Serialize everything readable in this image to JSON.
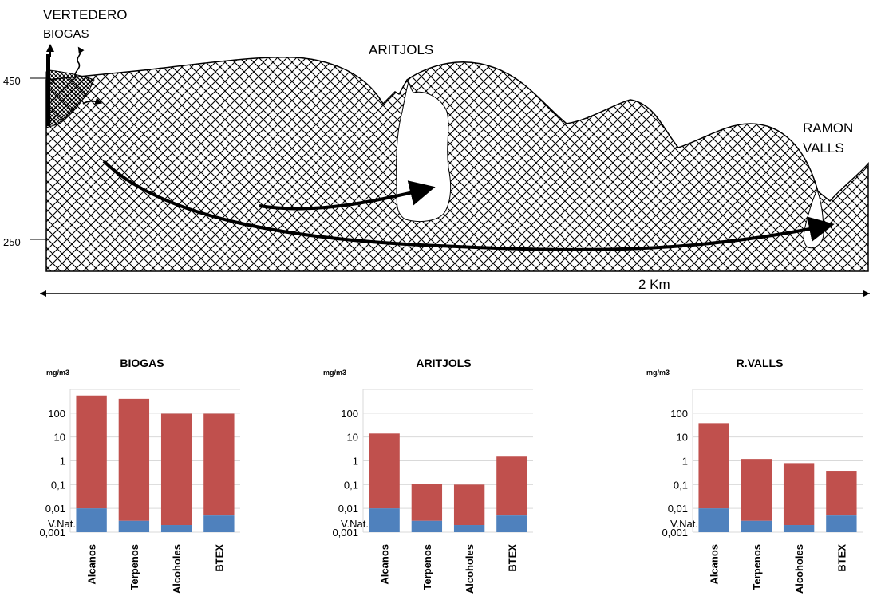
{
  "diagram": {
    "labels": {
      "vertedero": "VERTEDERO",
      "biogas": "BIOGAS",
      "aritjols": "ARITJOLS",
      "ramon": "RAMON",
      "valls": "VALLS",
      "distance": "2 Km"
    },
    "elevations": [
      "450",
      "250"
    ]
  },
  "colors": {
    "natural": "#4f81bd",
    "measured": "#c0504d",
    "grid": "#d9d9d9",
    "rock": "#000000"
  },
  "chart_data": [
    {
      "type": "bar",
      "title": "BIOGAS",
      "ylabel": "mg/m3",
      "scale": "log",
      "ylim": [
        0.001,
        1000
      ],
      "ticks": [
        "100",
        "10",
        "1",
        "0,1",
        "0,01",
        "0,001"
      ],
      "tick_values": [
        100,
        10,
        1,
        0.1,
        0.01,
        0.001
      ],
      "categories": [
        "Alcanos",
        "Terpenos",
        "Alcoholes",
        "BTEX"
      ],
      "series": [
        {
          "name": "V.Nat.",
          "values": [
            0.01,
            0.003,
            0.002,
            0.005
          ]
        },
        {
          "values": [
            550,
            400,
            95,
            95
          ]
        }
      ]
    },
    {
      "type": "bar",
      "title": "ARITJOLS",
      "ylabel": "mg/m3",
      "scale": "log",
      "ylim": [
        0.001,
        1000
      ],
      "ticks": [
        "100",
        "10",
        "1",
        "0,1",
        "0,01",
        "0,001"
      ],
      "tick_values": [
        100,
        10,
        1,
        0.1,
        0.01,
        0.001
      ],
      "categories": [
        "Alcanos",
        "Terpenos",
        "Alcoholes",
        "BTEX"
      ],
      "series": [
        {
          "name": "V.Nat.",
          "values": [
            0.01,
            0.003,
            0.002,
            0.005
          ]
        },
        {
          "values": [
            14,
            0.11,
            0.1,
            1.5
          ]
        }
      ]
    },
    {
      "type": "bar",
      "title": "R.VALLS",
      "ylabel": "mg/m3",
      "scale": "log",
      "ylim": [
        0.001,
        1000
      ],
      "ticks": [
        "100",
        "10",
        "1",
        "0,1",
        "0,01",
        "0,001"
      ],
      "tick_values": [
        100,
        10,
        1,
        0.1,
        0.01,
        0.001
      ],
      "categories": [
        "Alcanos",
        "Terpenos",
        "Alcoholes",
        "BTEX"
      ],
      "series": [
        {
          "name": "V.Nat.",
          "values": [
            0.01,
            0.003,
            0.002,
            0.005
          ]
        },
        {
          "values": [
            38,
            1.2,
            0.8,
            0.38
          ]
        }
      ]
    }
  ]
}
